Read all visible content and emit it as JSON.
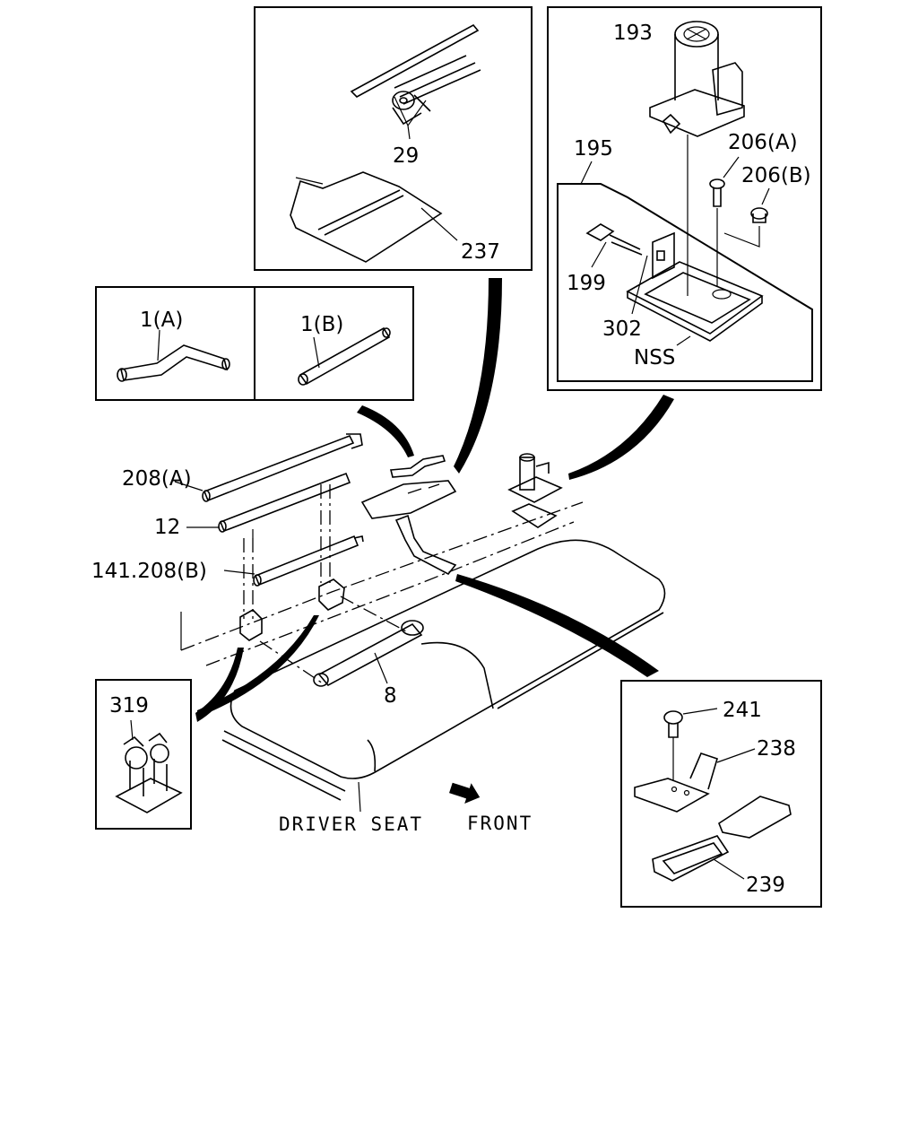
{
  "labels": {
    "p193": "193",
    "p195": "195",
    "p206a": "206(A)",
    "p206b": "206(B)",
    "p199": "199",
    "p302": "302",
    "nss": "NSS",
    "p29": "29",
    "p237": "237",
    "p1a": "1(A)",
    "p1b": "1(B)",
    "p208a": "208(A)",
    "p12": "12",
    "p141_208b": "141.208(B)",
    "p8": "8",
    "p319": "319",
    "p241": "241",
    "p238": "238",
    "p239": "239",
    "driver_seat": "DRIVER SEAT",
    "front": "FRONT"
  }
}
